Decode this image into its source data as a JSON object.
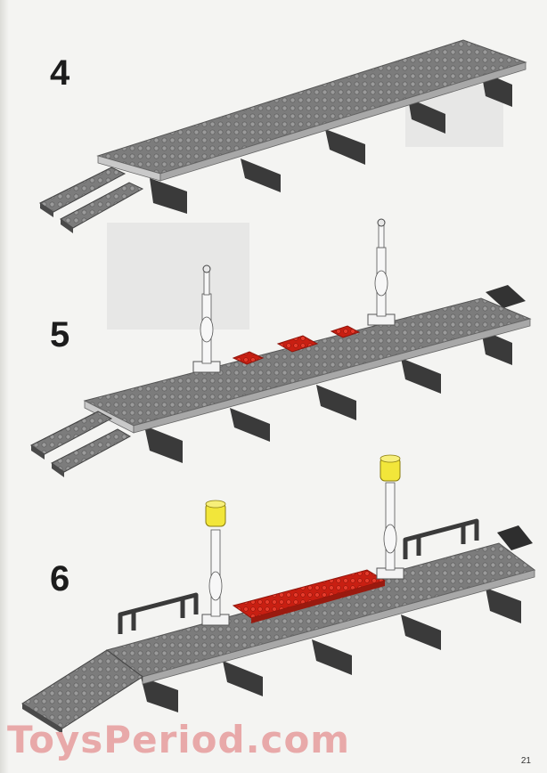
{
  "steps": [
    {
      "number": "4"
    },
    {
      "number": "5"
    },
    {
      "number": "6"
    }
  ],
  "watermark": "ToysPeriod.com",
  "page_number": "21",
  "colors": {
    "baseplate": "#7f7f7f",
    "baseplate_edge": "#c9c9c9",
    "support": "#3a3a3a",
    "red_plate": "#d42416",
    "lamp_post": "#f0f0f0",
    "lamp_light": "#f2e63a",
    "watermark": "#e8a6a6"
  },
  "icons": [
    "platform-baseplate",
    "platform-support",
    "ramp-plate",
    "lamp-post",
    "red-plate",
    "fence-railing",
    "end-bumper"
  ]
}
